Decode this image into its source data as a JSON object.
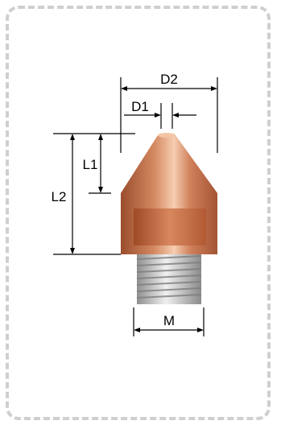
{
  "diagram": {
    "dimension_labels": {
      "d2": "D2",
      "d1": "D1",
      "l1": "L1",
      "l2": "L2",
      "m": "M"
    },
    "colors": {
      "frame": "#cfcfcf",
      "copper_dark": "#9a4d2c",
      "copper_mid": "#d0805a",
      "copper_light": "#f3c5a6",
      "thread_light": "#e9e9e9",
      "thread_dark": "#8f8f8f",
      "line": "#000000"
    }
  }
}
